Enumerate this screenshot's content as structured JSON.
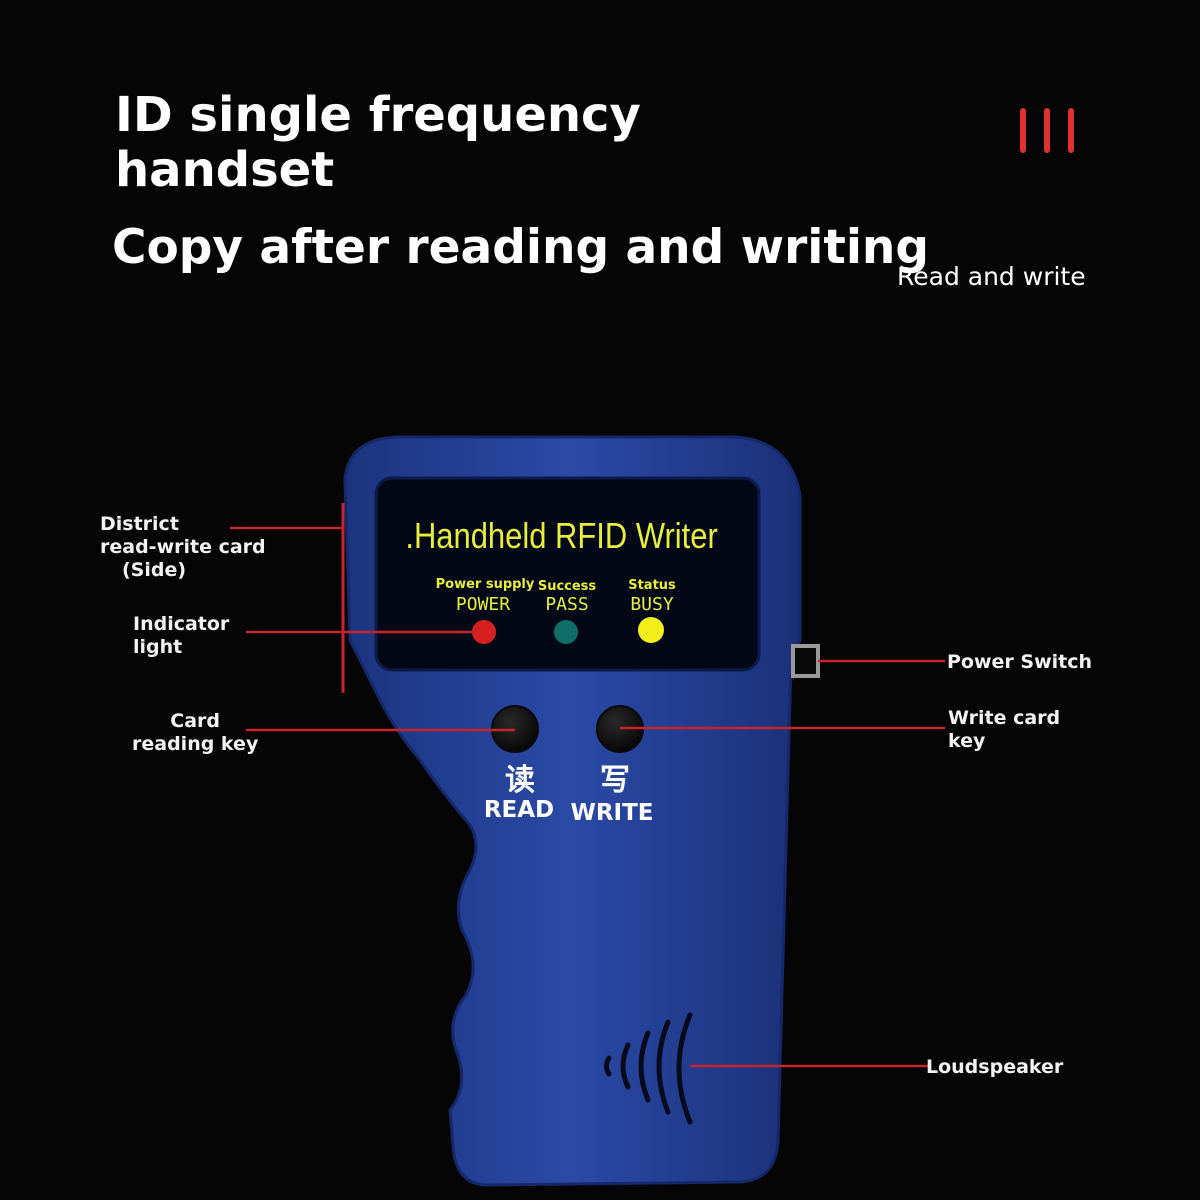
{
  "heading": {
    "title": "ID single frequency handset",
    "subtitle": "Copy after reading and writing",
    "tagline": "Read and write"
  },
  "device": {
    "screen_title": ".Handheld RFID Writer",
    "indicators": [
      {
        "caption": "Power supply",
        "label": "POWER",
        "color": "#d81e1e"
      },
      {
        "caption": "Success",
        "label": "PASS",
        "color": "#0f6e6a"
      },
      {
        "caption": "Status",
        "label": "BUSY",
        "color": "#f1ee1a"
      }
    ],
    "keys": [
      {
        "glyph": "读",
        "label": "READ"
      },
      {
        "glyph": "写",
        "label": "WRITE"
      }
    ]
  },
  "callouts": {
    "district_card": [
      "District",
      "read-write card",
      "(Side)"
    ],
    "indicator_light": [
      "Indicator",
      "light"
    ],
    "card_reading_key": [
      "Card",
      "reading key"
    ],
    "power_switch": [
      "Power Switch"
    ],
    "write_card_key": [
      "Write card",
      "key"
    ],
    "loudspeaker": [
      "Loudspeaker"
    ]
  },
  "colors": {
    "background": "#050505",
    "device_body": "#24419a",
    "lcd": "#030816",
    "lcd_text": "#e8ee3a",
    "leader_line": "#c4242a",
    "accent_bars": "#e0322a"
  },
  "icons": {
    "accent": "red-bars-icon",
    "speaker": "speaker-waves-icon",
    "switch": "power-switch-icon"
  }
}
